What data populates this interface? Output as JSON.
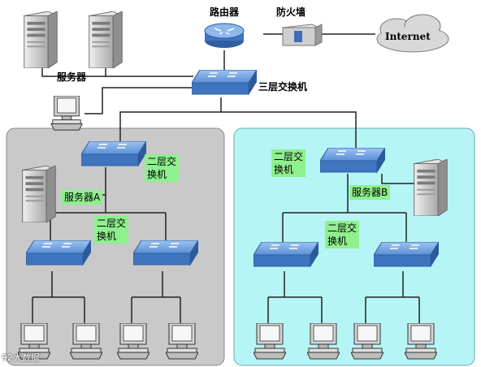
{
  "labels": {
    "router": "路由器",
    "firewall": "防火墙",
    "internet": "Internet",
    "servers": "服务器",
    "l3switch": "三层交换机",
    "l2_left_top": "二层交\n换机",
    "server_a": "服务器A",
    "l2_left_mid": "二层交\n换机",
    "l2_right_top": "二层交\n换机",
    "server_b": "服务器B",
    "l2_right_mid": "二层交\n换机"
  },
  "watermark": "92大数据",
  "colors": {
    "left_zone": "#c9c9c9",
    "right_zone": "#b6f5f5",
    "switch": "#5b8fd6",
    "router": "#4f7fc4",
    "label_green": "#8ef08e",
    "cloud": "#d8d8d8"
  }
}
